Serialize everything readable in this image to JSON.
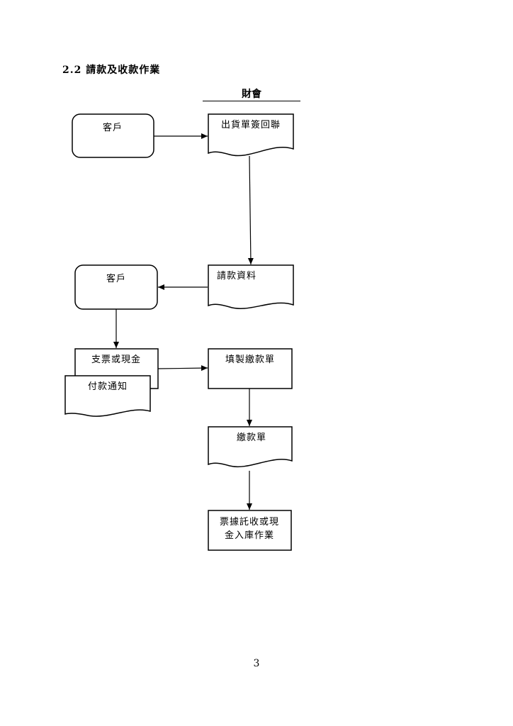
{
  "heading": "2.2 請款及收款作業",
  "lane": {
    "title": "財會"
  },
  "nodes": {
    "customer1": "客戶",
    "delivery_receipt": "出貨單簽回聯",
    "customer2": "客戶",
    "billing_data": "請款資料",
    "check_or_cash": "支票或現金",
    "payment_notice": "付款通知",
    "fill_payment_form": "填製繳款單",
    "payment_form": "繳款單",
    "collection_line1": "票據託收或現",
    "collection_line2": "金入庫作業"
  },
  "page_number": "3"
}
